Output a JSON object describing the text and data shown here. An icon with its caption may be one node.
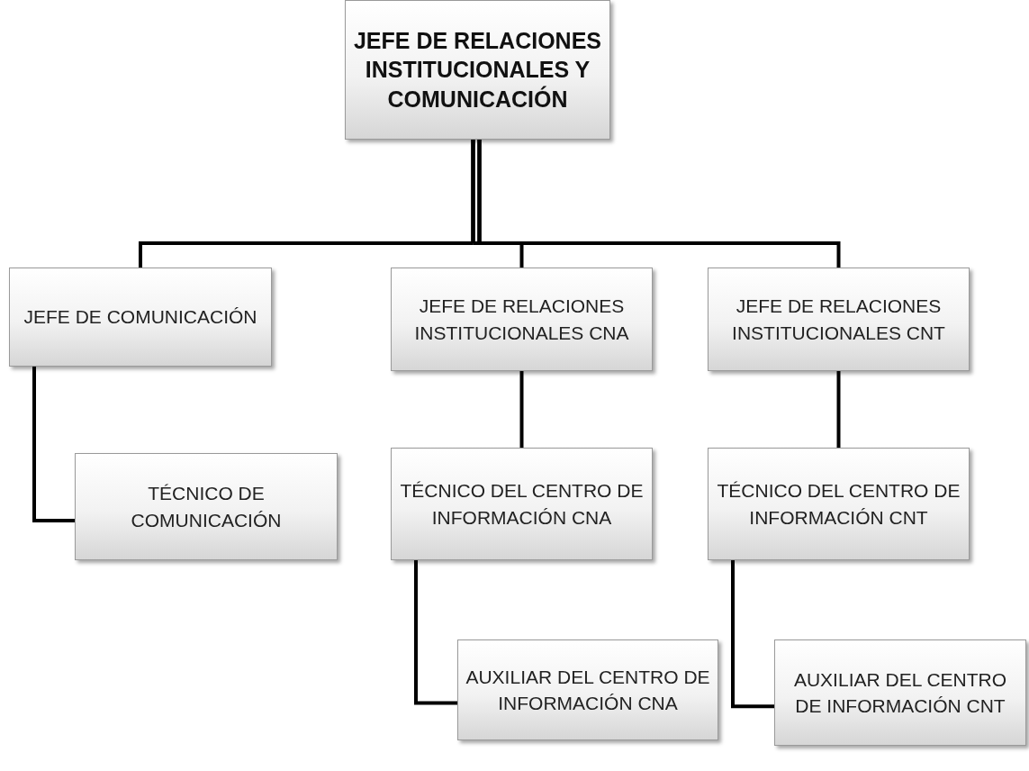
{
  "diagram": {
    "nodes": [
      {
        "text": [
          "JEFE DE RELACIONES INSTITUCIONALES Y COMUNICACIÓN"
        ]
      },
      {
        "text": [
          "JEFE DE COMUNICACIÓN"
        ]
      },
      {
        "text": [
          "JEFE DE RELACIONES INSTITUCIONALES CNA"
        ]
      },
      {
        "text": [
          "JEFE DE RELACIONES INSTITUCIONALES CNT"
        ]
      },
      {
        "text": [
          "TÉCNICO DE COMUNICACIÓN"
        ]
      },
      {
        "text": [
          "TÉCNICO DEL CENTRO DE INFORMACIÓN CNA"
        ]
      },
      {
        "text": [
          "TÉCNICO DEL CENTRO DE INFORMACIÓN CNT"
        ]
      },
      {
        "text": [
          "AUXILIAR DEL CENTRO DE INFORMACIÓN CNA"
        ]
      },
      {
        "text": [
          "AUXILIAR DEL CENTRO DE INFORMACIÓN CNT"
        ]
      }
    ],
    "edges": [
      {
        "from": 0,
        "to": 1,
        "arrow": "none"
      },
      {
        "from": 0,
        "to": 2,
        "arrow": "none"
      },
      {
        "from": 0,
        "to": 3,
        "arrow": "none"
      },
      {
        "from": 1,
        "to": 4,
        "arrow": "none"
      },
      {
        "from": 2,
        "to": 5,
        "arrow": "none"
      },
      {
        "from": 3,
        "to": 6,
        "arrow": "none"
      },
      {
        "from": 5,
        "to": 7,
        "arrow": "none"
      },
      {
        "from": 6,
        "to": 8,
        "arrow": "none"
      }
    ]
  }
}
